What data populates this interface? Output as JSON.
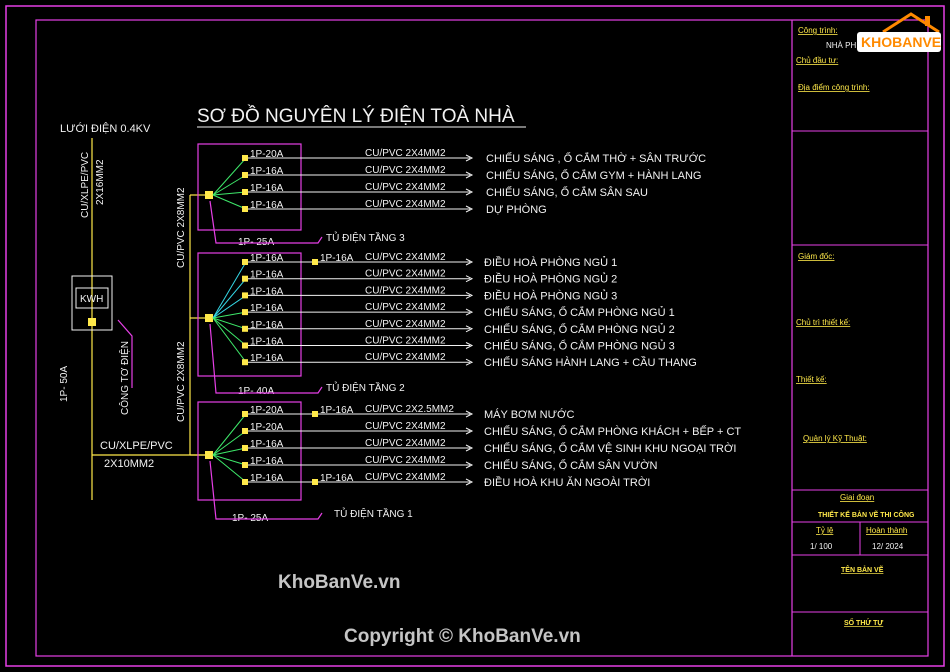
{
  "diagram": {
    "title": "SƠ ĐỒ NGUYÊN LÝ ĐIỆN TOÀ NHÀ",
    "grid": "LƯỚI ĐIỆN 0.4KV",
    "kwh": "KWH",
    "main_cable_a": "CU/XLPE/PVC",
    "main_cable_b": "2X16MM2",
    "main_breaker": "1P- 50A",
    "meter_label": "CÔNG TƠ ĐIỆN",
    "riser_cable_a": "CU/PVC 2X8MM2",
    "riser_cable_b": "CU/PVC 2X8MM2",
    "feed_cable_a": "CU/XLPE/PVC",
    "feed_cable_b": "2X10MM2",
    "panels": [
      {
        "name": "TỦ ĐIỆN TẦNG 3",
        "main": "1P- 25A",
        "circuits": [
          {
            "breaker": "1P-20A",
            "sub": "",
            "cable": "CU/PVC 2X4MM2",
            "load": "CHIẾU SÁNG , Ổ CẮM THỜ + SÂN TRƯỚC"
          },
          {
            "breaker": "1P-16A",
            "sub": "",
            "cable": "CU/PVC 2X4MM2",
            "load": "CHIẾU SÁNG, Ổ CẮM GYM + HÀNH LANG"
          },
          {
            "breaker": "1P-16A",
            "sub": "",
            "cable": "CU/PVC 2X4MM2",
            "load": "CHIẾU SÁNG, Ổ CẮM SÂN SAU"
          },
          {
            "breaker": "1P-16A",
            "sub": "",
            "cable": "CU/PVC 2X4MM2",
            "load": "DỰ PHÒNG"
          }
        ]
      },
      {
        "name": "TỦ ĐIỆN TẦNG 2",
        "main": "1P- 40A",
        "circuits": [
          {
            "breaker": "1P-16A",
            "sub": "1P-16A",
            "cable": "CU/PVC 2X4MM2",
            "load": "ĐIỀU HOÀ PHÒNG NGỦ 1"
          },
          {
            "breaker": "1P-16A",
            "sub": "",
            "cable": "CU/PVC 2X4MM2",
            "load": "ĐIỀU HOÀ PHÒNG NGỦ 2"
          },
          {
            "breaker": "1P-16A",
            "sub": "",
            "cable": "CU/PVC 2X4MM2",
            "load": "ĐIỀU HOÀ PHÒNG NGỦ 3"
          },
          {
            "breaker": "1P-16A",
            "sub": "",
            "cable": "CU/PVC 2X4MM2",
            "load": "CHIẾU SÁNG, Ổ CẮM PHÒNG NGỦ 1"
          },
          {
            "breaker": "1P-16A",
            "sub": "",
            "cable": "CU/PVC 2X4MM2",
            "load": "CHIẾU SÁNG, Ổ CẮM PHÒNG NGỦ 2"
          },
          {
            "breaker": "1P-16A",
            "sub": "",
            "cable": "CU/PVC 2X4MM2",
            "load": "CHIẾU SÁNG, Ổ CẮM PHÒNG NGỦ 3"
          },
          {
            "breaker": "1P-16A",
            "sub": "",
            "cable": "CU/PVC 2X4MM2",
            "load": "CHIẾU SÁNG HÀNH LANG + CẦU THANG"
          }
        ]
      },
      {
        "name": "TỦ ĐIỆN TẦNG 1",
        "main": "1P- 25A",
        "circuits": [
          {
            "breaker": "1P-20A",
            "sub": "1P-16A",
            "cable": "CU/PVC 2X2.5MM2",
            "load": "MÁY BƠM NƯỚC"
          },
          {
            "breaker": "1P-20A",
            "sub": "",
            "cable": "CU/PVC 2X4MM2",
            "load": "CHIẾU SÁNG, Ổ CẮM PHÒNG KHÁCH + BẾP + CT"
          },
          {
            "breaker": "1P-16A",
            "sub": "",
            "cable": "CU/PVC 2X4MM2",
            "load": "CHIẾU SÁNG, Ổ CẮM VỆ SINH KHU NGOẠI TRỜI"
          },
          {
            "breaker": "1P-16A",
            "sub": "",
            "cable": "CU/PVC 2X4MM2",
            "load": "CHIẾU SÁNG, Ổ CẮM SÂN VƯỜN"
          },
          {
            "breaker": "1P-16A",
            "sub": "1P-16A",
            "cable": "CU/PVC 2X4MM2",
            "load": "ĐIỀU HOÀ KHU ĂN NGOÀI TRỜI"
          }
        ]
      }
    ]
  },
  "title_block": {
    "cong_trinh": "Công trình:",
    "cong_trinh_value": "NHÀ PH",
    "chu_dau_tu": "Chủ đầu tư:",
    "dia_diem": "Địa điểm công trình:",
    "giam_doc": "Giám đốc:",
    "chu_tri": "Chủ trì thiết kế:",
    "thiet_ke": "Thiết kế:",
    "quan_ly": "Quản lý Kỹ Thuật:",
    "giai_doan": "Giai đoạn",
    "giai_doan_value": "THIẾT KẾ BẢN VẼ THI CÔNG",
    "ty_le": "Tỷ lệ",
    "ty_le_value": "1/ 100",
    "hoan_thanh": "Hoàn thành",
    "hoan_thanh_value": "12/ 2024",
    "ten_ban_ve": "TÊN BẢN VẼ",
    "so_thu_tu": "SỐ THỨ TỰ"
  },
  "watermark": {
    "logo": "KHOBANVE",
    "site": "KhoBanVe.vn",
    "copyright": "Copyright © KhoBanVe.vn"
  },
  "colors": {
    "frame": "#e63fe6",
    "line": "#f2f2f2",
    "breaker": "#ffe94a",
    "branch_green": "#3ee86a",
    "branch_cyan": "#35d8e6",
    "tb_text": "#ffe94a",
    "logo_orange": "#ff8a00"
  }
}
